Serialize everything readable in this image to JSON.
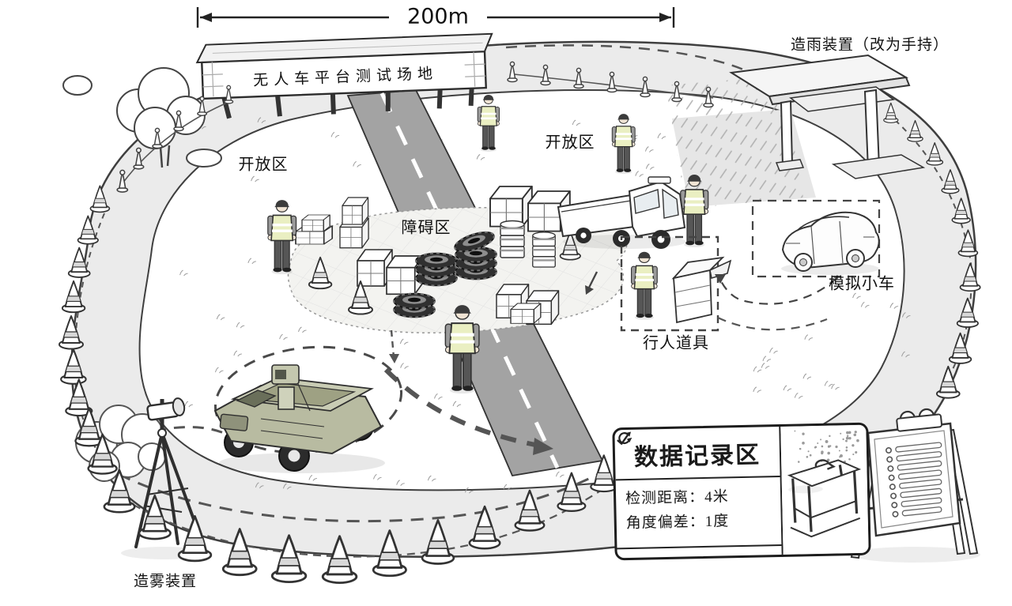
{
  "scene": {
    "dimension": {
      "label": "200m"
    },
    "sign": {
      "text": "无人车平台测试场地"
    },
    "devices": {
      "rain": "造雨装置（改为手持）",
      "fog": "造雾装置"
    },
    "zones": {
      "open_left": "开放区",
      "open_right": "开放区",
      "obstacle": "障碍区"
    },
    "props": {
      "simulated_car": "模拟小车",
      "pedestrian": "行人道具"
    },
    "data_panel": {
      "title": "数据记录区",
      "metrics": [
        {
          "icon": "check-arrow-icon",
          "text": "检测距离：4米"
        },
        {
          "icon": "rotate-arrow-icon",
          "text": "角度偏差：1度"
        }
      ]
    }
  }
}
